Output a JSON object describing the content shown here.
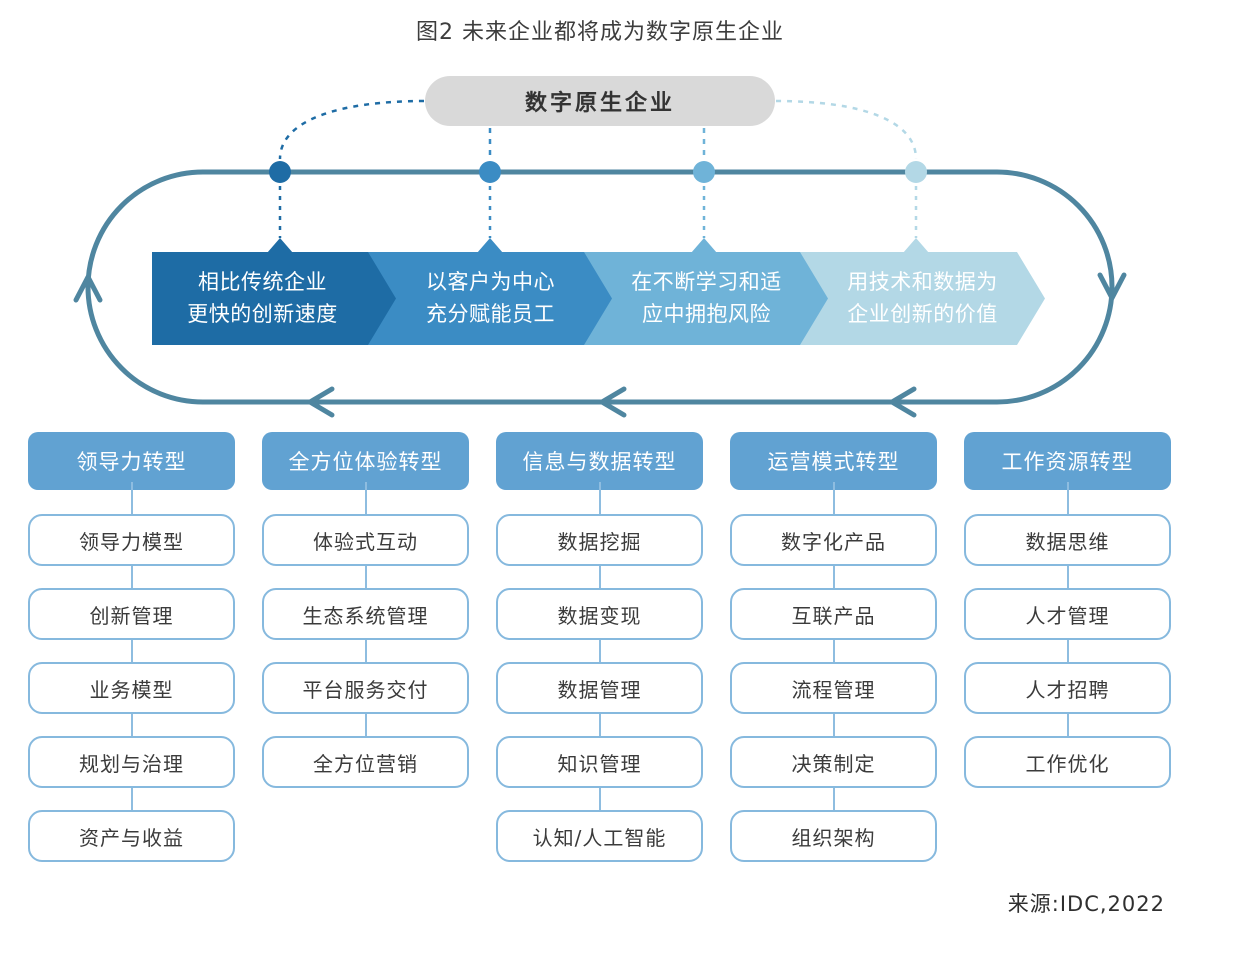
{
  "title": "图2 未来企业都将成为数字原生企业",
  "cycle": {
    "hub_label": "数字原生企业",
    "steps": [
      {
        "line1": "相比传统企业",
        "line2": "更快的创新速度",
        "color": "#1e6ca5"
      },
      {
        "line1": "以客户为中心",
        "line2": "充分赋能员工",
        "color": "#3b8cc4"
      },
      {
        "line1": "在不断学习和适",
        "line2": "应中拥抱风险",
        "color": "#6fb3d8"
      },
      {
        "line1": "用技术和数据为",
        "line2": "企业创新的价值",
        "color": "#b3d8e6"
      }
    ]
  },
  "columns": [
    {
      "header": "领导力转型",
      "items": [
        "领导力模型",
        "创新管理",
        "业务模型",
        "规划与治理",
        "资产与收益"
      ]
    },
    {
      "header": "全方位体验转型",
      "items": [
        "体验式互动",
        "生态系统管理",
        "平台服务交付",
        "全方位营销"
      ]
    },
    {
      "header": "信息与数据转型",
      "items": [
        "数据挖掘",
        "数据变现",
        "数据管理",
        "知识管理",
        "认知/人工智能"
      ]
    },
    {
      "header": "运营模式转型",
      "items": [
        "数字化产品",
        "互联产品",
        "流程管理",
        "决策制定",
        "组织架构"
      ]
    },
    {
      "header": "工作资源转型",
      "items": [
        "数据思维",
        "人才管理",
        "人才招聘",
        "工作优化"
      ]
    }
  ],
  "source": "来源:IDC,2022",
  "colors": {
    "ring": "#4f86a0",
    "hub_pill": "#d9d9d9",
    "column_header": "#61a2d2",
    "item_border": "#86b9de",
    "step_blues": [
      "#1e6ca5",
      "#3b8cc4",
      "#6fb3d8",
      "#b3d8e6"
    ]
  }
}
